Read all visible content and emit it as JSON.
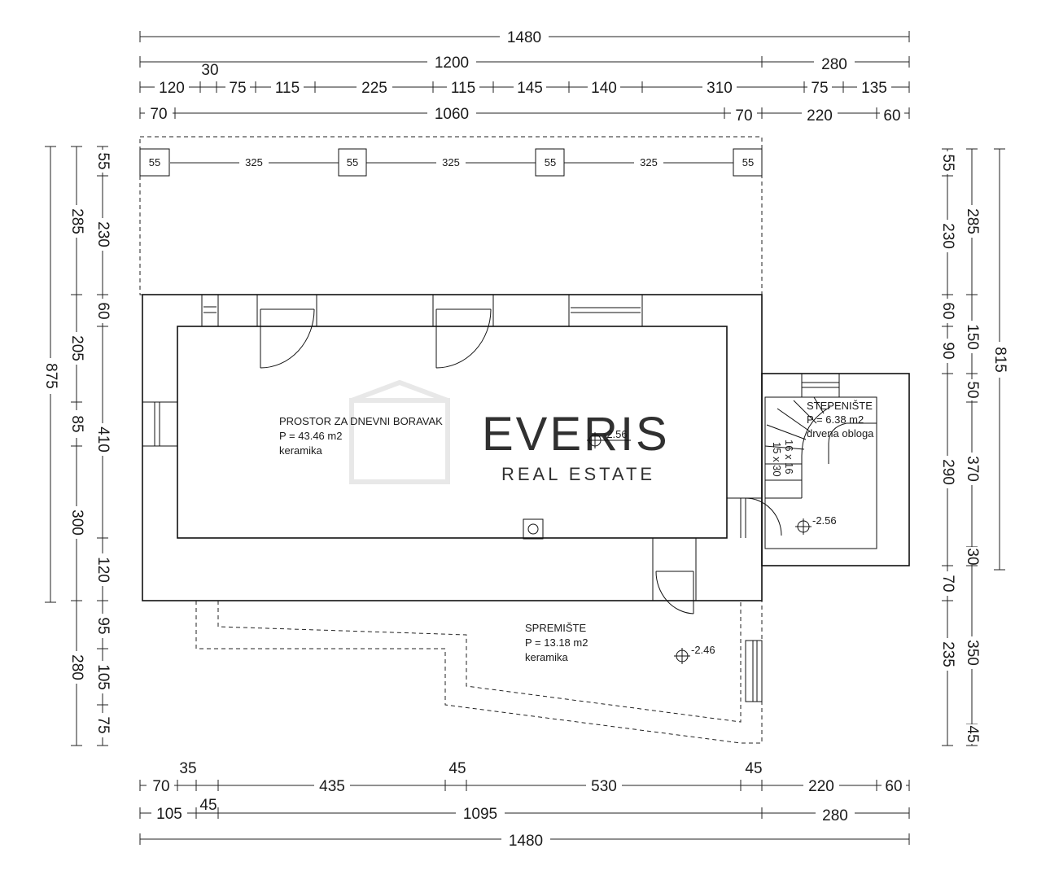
{
  "dimensions": {
    "top_overall": "1480",
    "top_row2": [
      "1200",
      "280"
    ],
    "top_row3": [
      "120",
      "30",
      "75",
      "115",
      "225",
      "115",
      "145",
      "140",
      "310",
      "75",
      "135"
    ],
    "top_row4": [
      "70",
      "1060",
      "70",
      "220",
      "60"
    ],
    "columns": [
      "55",
      "325",
      "55",
      "325",
      "55",
      "325",
      "55"
    ],
    "left_outer": "875",
    "left_mid": [
      "285",
      "205",
      "85",
      "300",
      "280"
    ],
    "left_inner": [
      "55",
      "230",
      "60",
      "410",
      "120",
      "95",
      "105",
      "75"
    ],
    "right_inner": [
      "55",
      "230",
      "60",
      "90",
      "290",
      "70",
      "235"
    ],
    "right_mid": [
      "285",
      "150",
      "50",
      "370",
      "30",
      "350",
      "45"
    ],
    "right_outer": "815",
    "bottom_row1": [
      "70",
      "35",
      "435",
      "45",
      "530",
      "45",
      "220",
      "60"
    ],
    "bottom_row2": [
      "105",
      "45",
      "1095",
      "280"
    ],
    "bottom_overall": "1480"
  },
  "rooms": {
    "living": {
      "name": "PROSTOR ZA DNEVNI BORAVAK",
      "area": "P = 43.46 m2",
      "floor": "keramika"
    },
    "stairs": {
      "name": "STEPENIŠTE",
      "area": "P = 6.38 m2",
      "floor": "drvena obloga",
      "step1": "16 x 16",
      "step2": "15 x 30"
    },
    "storage": {
      "name": "SPREMIŠTE",
      "area": "P = 13.18 m2",
      "floor": "keramika"
    }
  },
  "levels": {
    "living": "-2.56",
    "stairs": "-2.56",
    "storage": "-2.46"
  },
  "watermark": {
    "brand": "EVERIS",
    "sub": "REAL ESTATE"
  }
}
